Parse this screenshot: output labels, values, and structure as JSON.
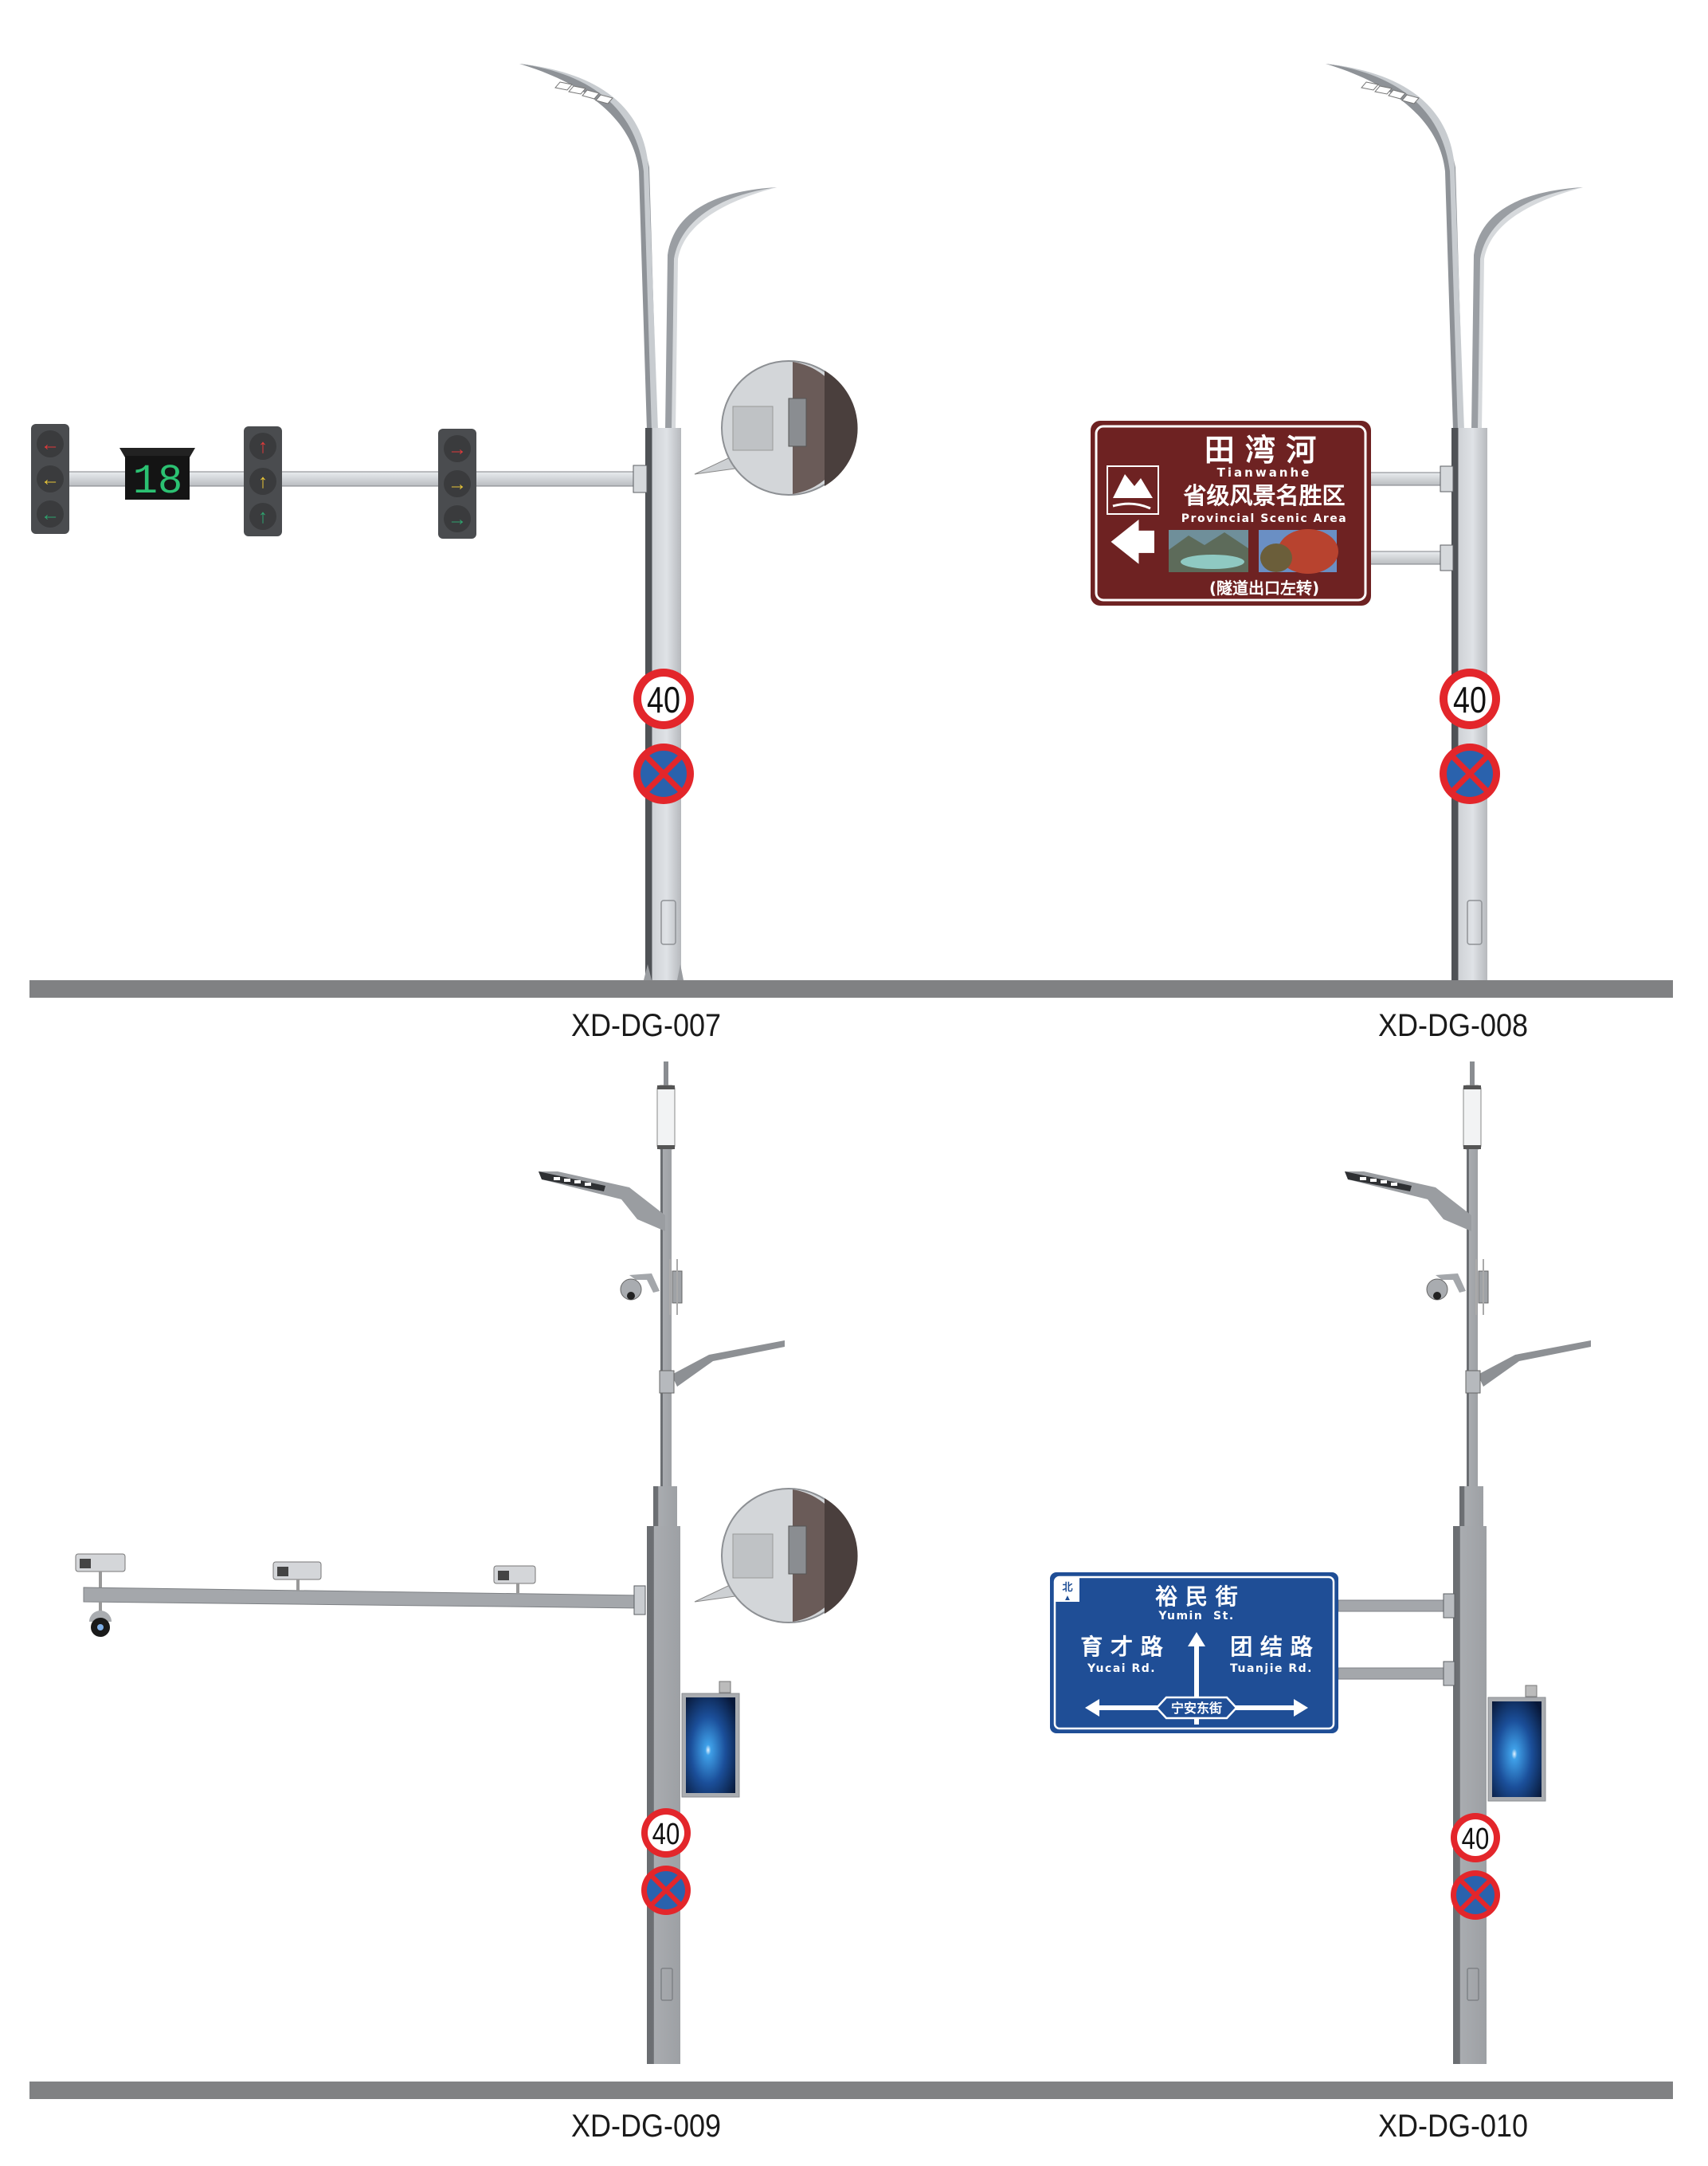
{
  "panels": [
    {
      "model": "XD-DG-007",
      "countdown_display": "18",
      "traffic_lights": [
        {
          "direction": "left",
          "arrows": [
            "left-arrow-red",
            "left-arrow-yellow",
            "left-arrow-green"
          ]
        },
        {
          "direction": "straight",
          "arrows": [
            "up-arrow-red",
            "up-arrow-yellow",
            "up-arrow-green"
          ]
        },
        {
          "direction": "right",
          "arrows": [
            "right-arrow-red",
            "right-arrow-yellow",
            "right-arrow-green"
          ]
        }
      ],
      "speed_limit": "40"
    },
    {
      "model": "XD-DG-008",
      "scenic_sign": {
        "title_cn": "田 湾 河",
        "title_en": "Tianwanhe",
        "subtitle_cn": "省级风景名胜区",
        "subtitle_en": "Provincial Scenic Area",
        "note_cn": "(隧道出口左转)",
        "direction": "left"
      },
      "speed_limit": "40"
    },
    {
      "model": "XD-DG-009",
      "speed_limit": "40"
    },
    {
      "model": "XD-DG-010",
      "road_sign": {
        "north_label": "北",
        "ahead_cn": "裕 民 街",
        "ahead_en": "Yumin  St.",
        "left_cn": "育 才 路",
        "left_en": "Yucai Rd.",
        "right_cn": "团 结 路",
        "right_en": "Tuanjie Rd.",
        "current_cn": "宁安东街"
      },
      "speed_limit": "40"
    }
  ],
  "colors": {
    "pole": "#a9acb0",
    "ground": "#808183",
    "scenic_brown": "#6e2222",
    "road_blue": "#1f4e96",
    "sign_red": "#e3262b",
    "no_stop_blue": "#2a62ad"
  }
}
